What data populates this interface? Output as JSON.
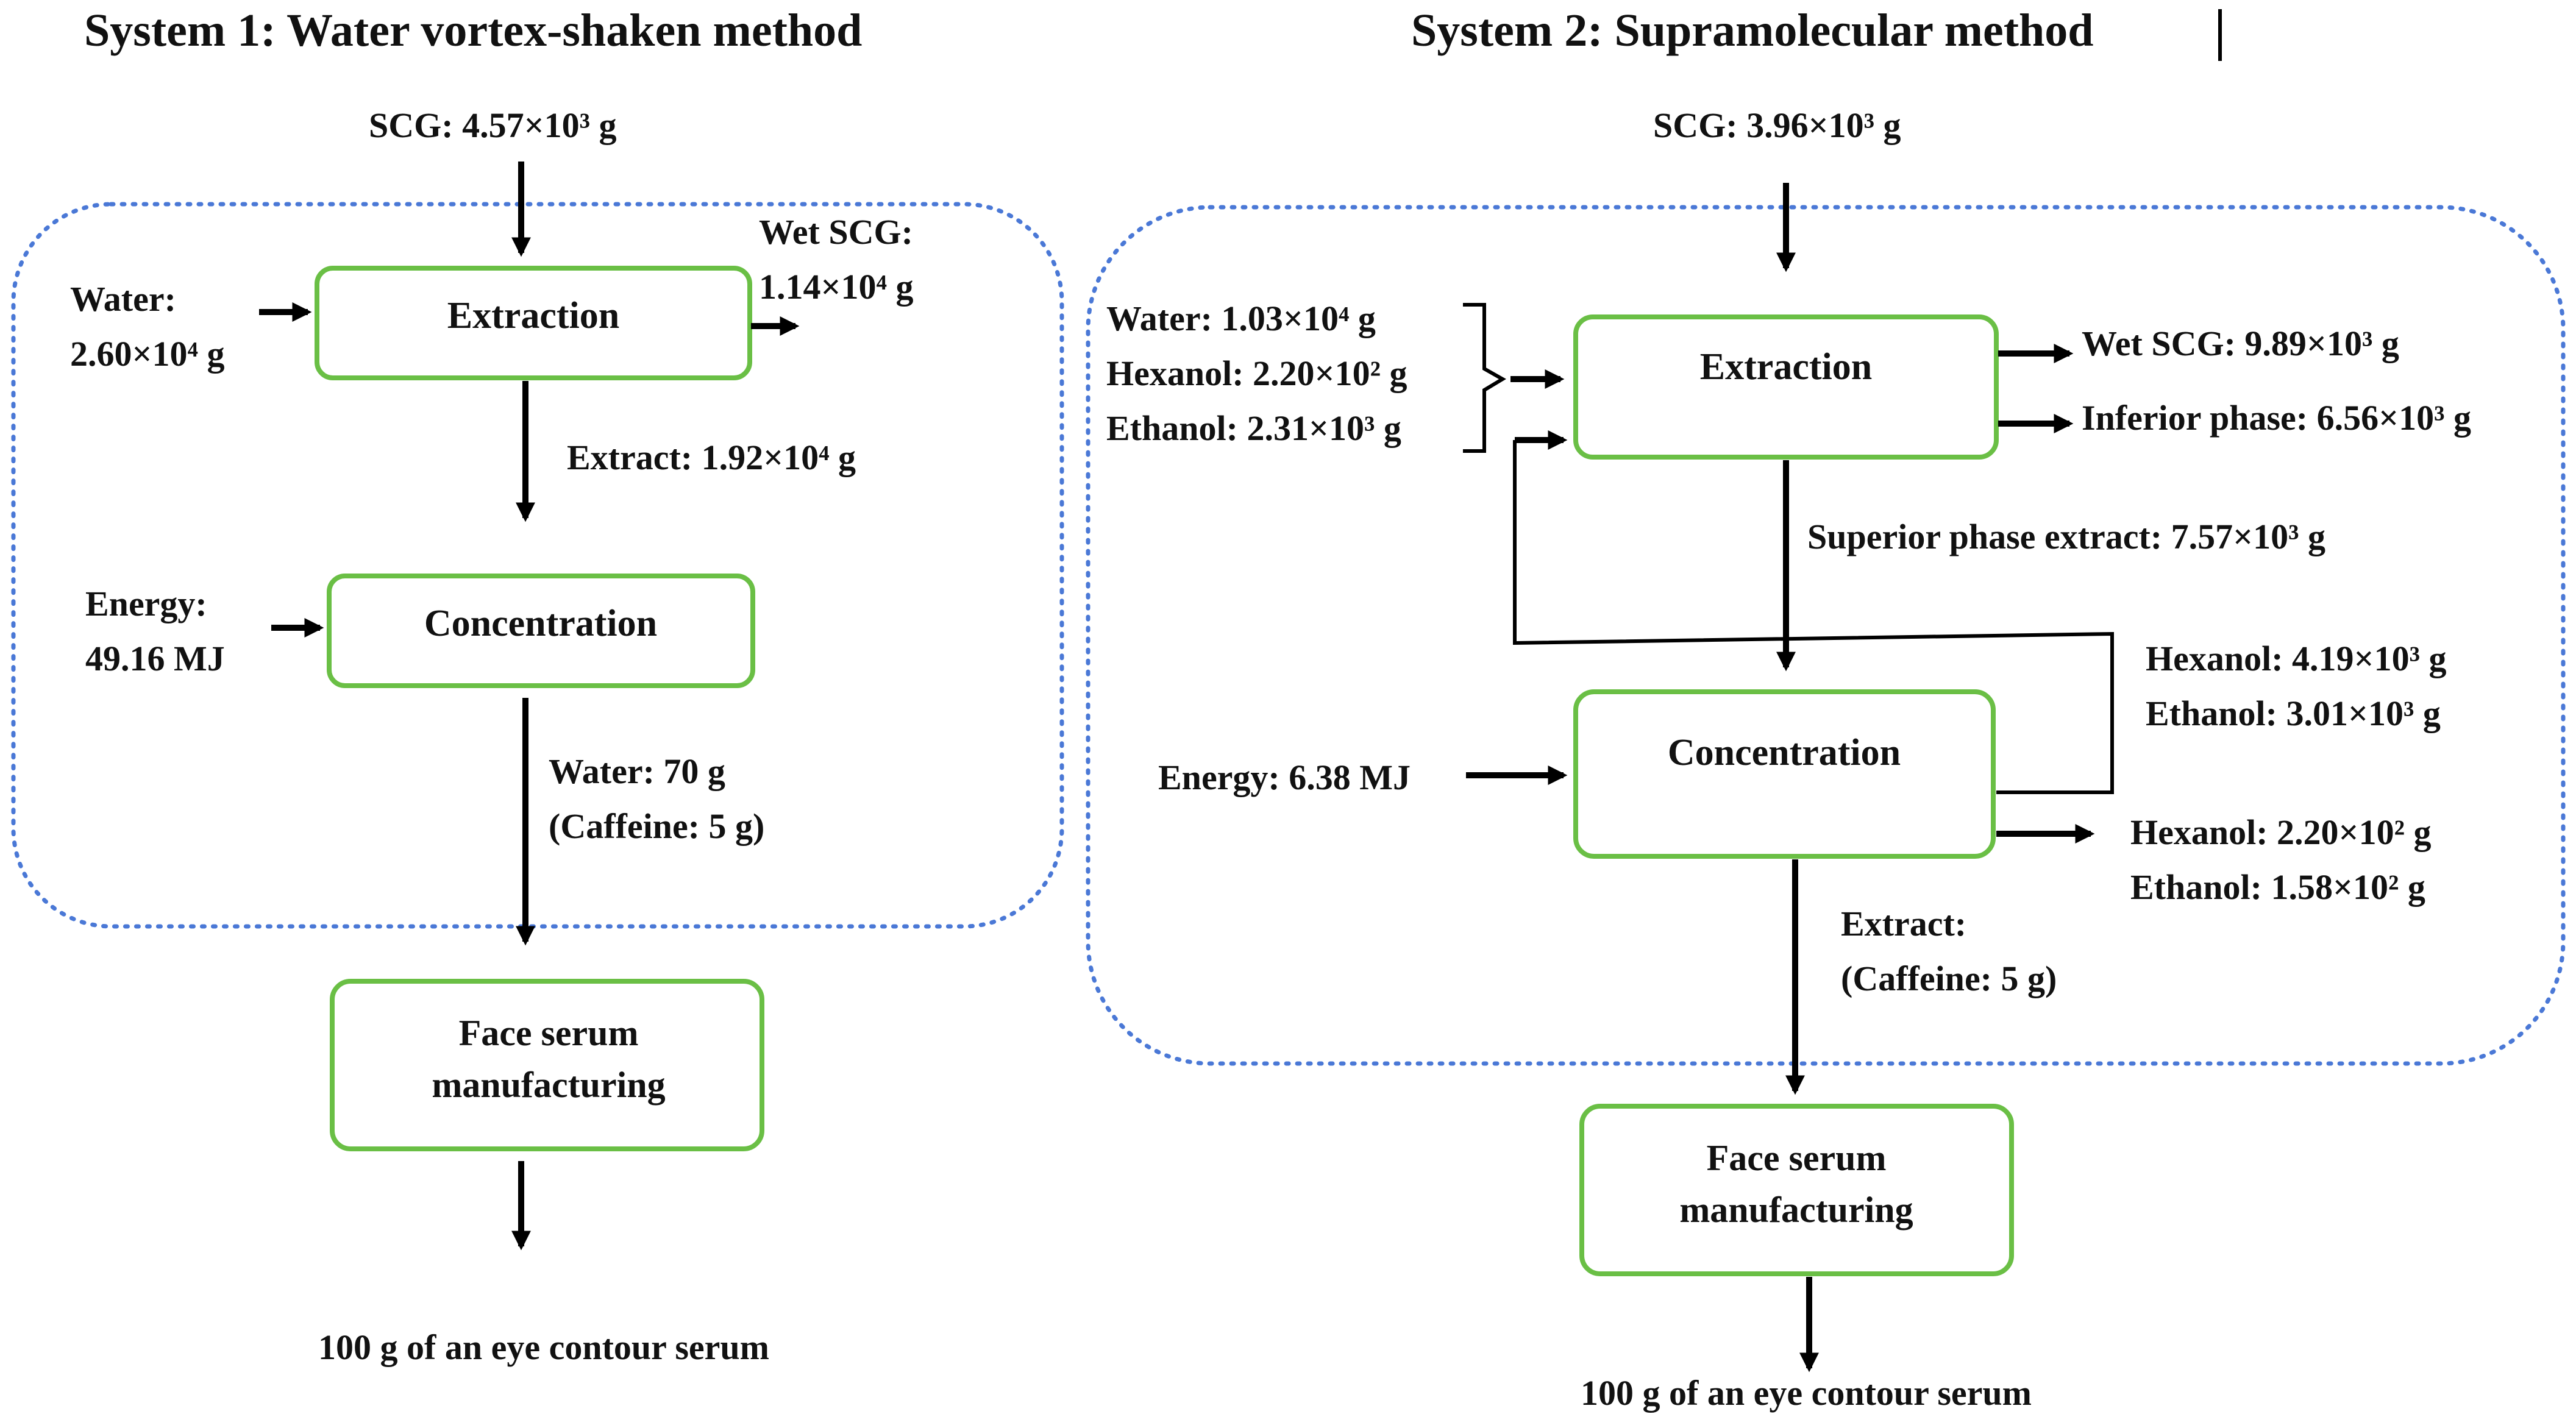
{
  "system1": {
    "title": "System 1: Water vortex-shaken method",
    "scg_input": "SCG: 4.57×10³ g",
    "water_input": [
      "Water:",
      "2.60×10⁴ g"
    ],
    "wet_scg_output": [
      "Wet SCG:",
      "1.14×10⁴ g"
    ],
    "extraction_label": "Extraction",
    "extract_flow": "Extract: 1.92×10⁴ g",
    "energy_input": [
      "Energy:",
      "49.16 MJ"
    ],
    "concentration_label": "Concentration",
    "concentrate_flow": [
      "Water: 70 g",
      "(Caffeine: 5 g)"
    ],
    "face_serum_label": [
      "Face serum",
      "manufacturing"
    ],
    "final_product": "100 g of an eye contour serum"
  },
  "system2": {
    "title": "System 2: Supramolecular method",
    "scg_input": "SCG: 3.96×10³ g",
    "solvent_inputs": [
      "Water: 1.03×10⁴ g",
      "Hexanol: 2.20×10² g",
      "Ethanol: 2.31×10³ g"
    ],
    "extraction_label": "Extraction",
    "wet_scg_output": "Wet SCG: 9.89×10³ g",
    "inferior_phase_output": "Inferior phase: 6.56×10³ g",
    "superior_phase_flow": "Superior phase extract: 7.57×10³ g",
    "recycled_solvents": [
      "Hexanol: 4.19×10³ g",
      "Ethanol: 3.01×10³ g"
    ],
    "energy_input": "Energy: 6.38 MJ",
    "concentration_label": "Concentration",
    "solvent_losses": [
      "Hexanol: 2.20×10² g",
      "Ethanol: 1.58×10² g"
    ],
    "extract_flow": [
      "Extract:",
      "(Caffeine: 5 g)"
    ],
    "face_serum_label": [
      "Face serum",
      "manufacturing"
    ],
    "final_product": "100 g of an eye contour serum"
  }
}
